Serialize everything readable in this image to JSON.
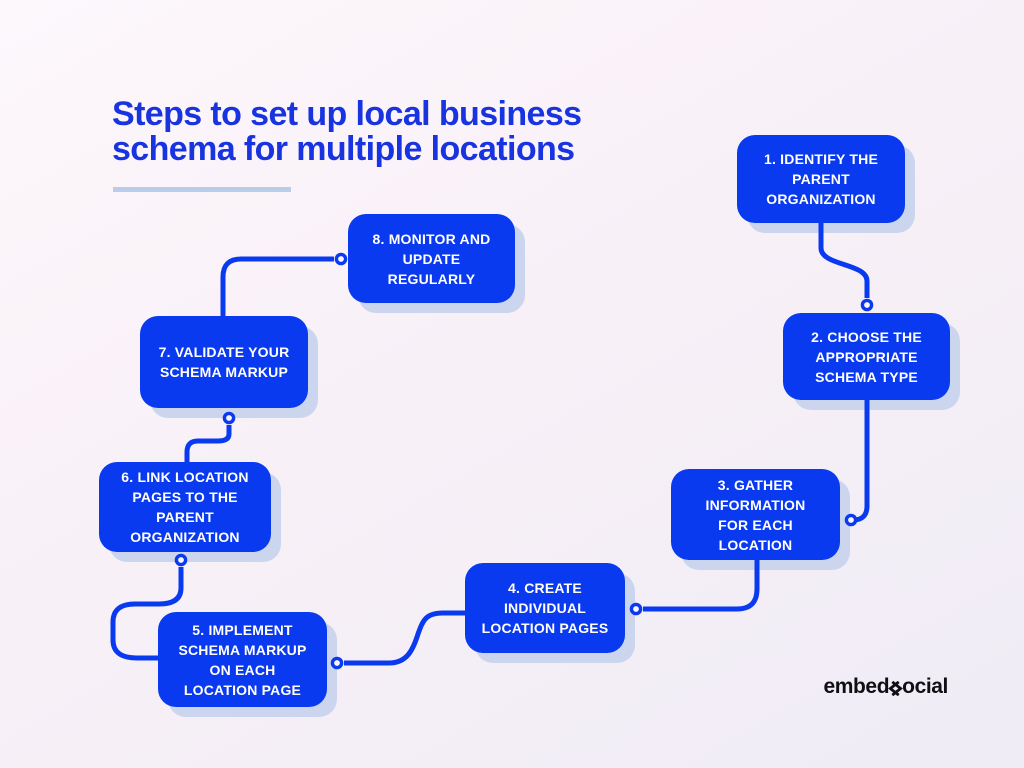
{
  "title": {
    "line1": "Steps to set up local business",
    "line2": "schema for multiple locations"
  },
  "steps": [
    {
      "label": "1. IDENTIFY THE PARENT ORGANIZATION",
      "lines": [
        "1. IDENTIFY THE",
        "PARENT",
        "ORGANIZATION"
      ]
    },
    {
      "label": "2. CHOOSE THE APPROPRIATE SCHEMA TYPE",
      "lines": [
        "2. CHOOSE THE",
        "APPROPRIATE",
        "SCHEMA TYPE"
      ]
    },
    {
      "label": "3. GATHER INFORMATION FOR EACH LOCATION",
      "lines": [
        "3. GATHER",
        "INFORMATION",
        "FOR EACH",
        "LOCATION"
      ]
    },
    {
      "label": "4. CREATE INDIVIDUAL LOCATION PAGES",
      "lines": [
        "4. CREATE",
        "INDIVIDUAL",
        "LOCATION PAGES"
      ]
    },
    {
      "label": "5. IMPLEMENT SCHEMA MARKUP ON EACH LOCATION PAGE",
      "lines": [
        "5. IMPLEMENT",
        "SCHEMA MARKUP",
        "ON EACH",
        "LOCATION PAGE"
      ]
    },
    {
      "label": "6. LINK LOCATION PAGES TO THE PARENT ORGANIZATION",
      "lines": [
        "6. LINK LOCATION",
        "PAGES TO THE",
        "PARENT",
        "ORGANIZATION"
      ]
    },
    {
      "label": "7. VALIDATE YOUR SCHEMA MARKUP",
      "lines": [
        "7. VALIDATE YOUR",
        "SCHEMA MARKUP"
      ]
    },
    {
      "label": "8. MONITOR AND UPDATE REGULARLY",
      "lines": [
        "8. MONITOR AND",
        "UPDATE",
        "REGULARLY"
      ]
    }
  ],
  "logo": {
    "text": "embedsocial",
    "prefix": "embed",
    "suffix": "ocial"
  },
  "colors": {
    "accent_blue": "#0a3af0",
    "title_blue": "#1833e0",
    "box_text": "#ffffff",
    "shadow": "#cbd6ee",
    "underline": "#b9cce9",
    "background_top": "#fdf8fc",
    "background_mid": "#f8f0f7",
    "background_bottom": "#efecf5",
    "logo_color": "#101014",
    "ring_fill": "#faf5fa"
  }
}
